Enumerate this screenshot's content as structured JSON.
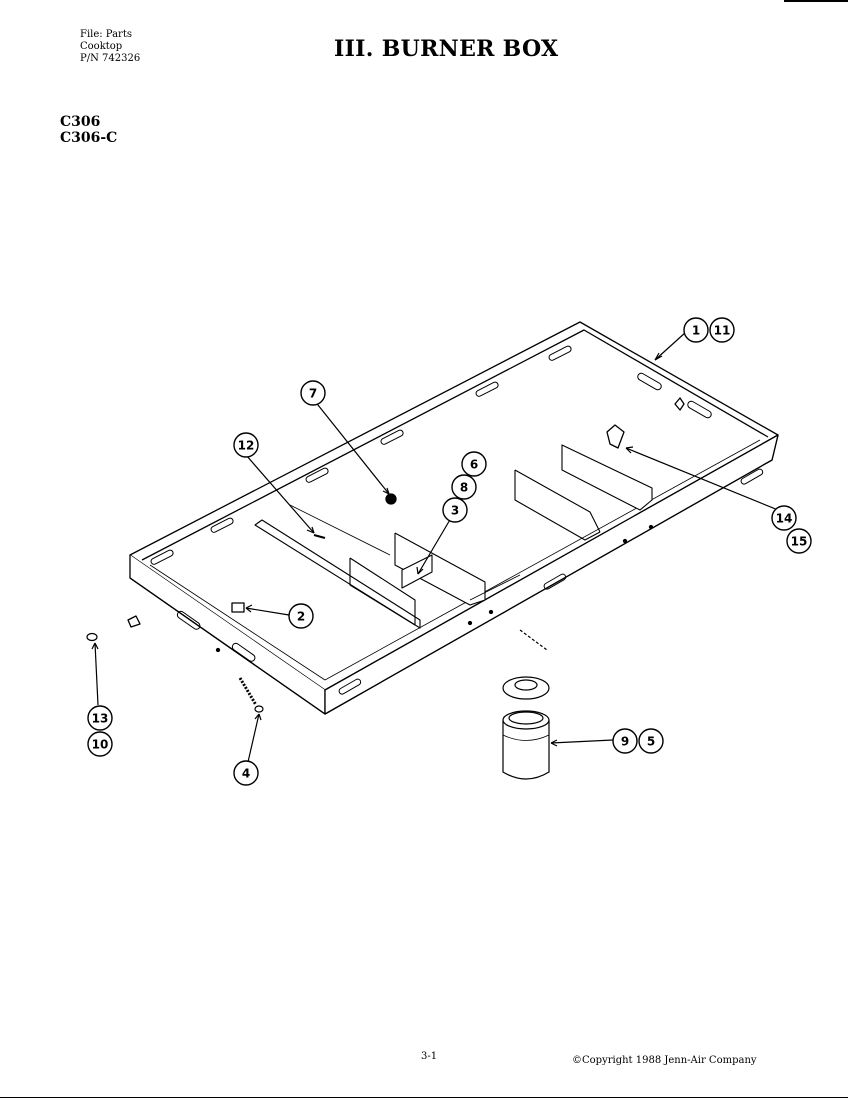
{
  "header": {
    "file_lines": [
      "File: Parts",
      "Cooktop",
      "P/N 742326"
    ],
    "title": "III. BURNER BOX"
  },
  "models": [
    "C306",
    "C306-C"
  ],
  "callouts": {
    "c1": "1",
    "c11": "11",
    "c7": "7",
    "c12": "12",
    "c6": "6",
    "c8": "8",
    "c3": "3",
    "c2": "2",
    "c14": "14",
    "c15": "15",
    "c13": "13",
    "c10": "10",
    "c4": "4",
    "c9": "9",
    "c5": "5"
  },
  "footer": {
    "page_number": "3-1",
    "copyright": "©Copyright 1988 Jenn-Air Company"
  }
}
